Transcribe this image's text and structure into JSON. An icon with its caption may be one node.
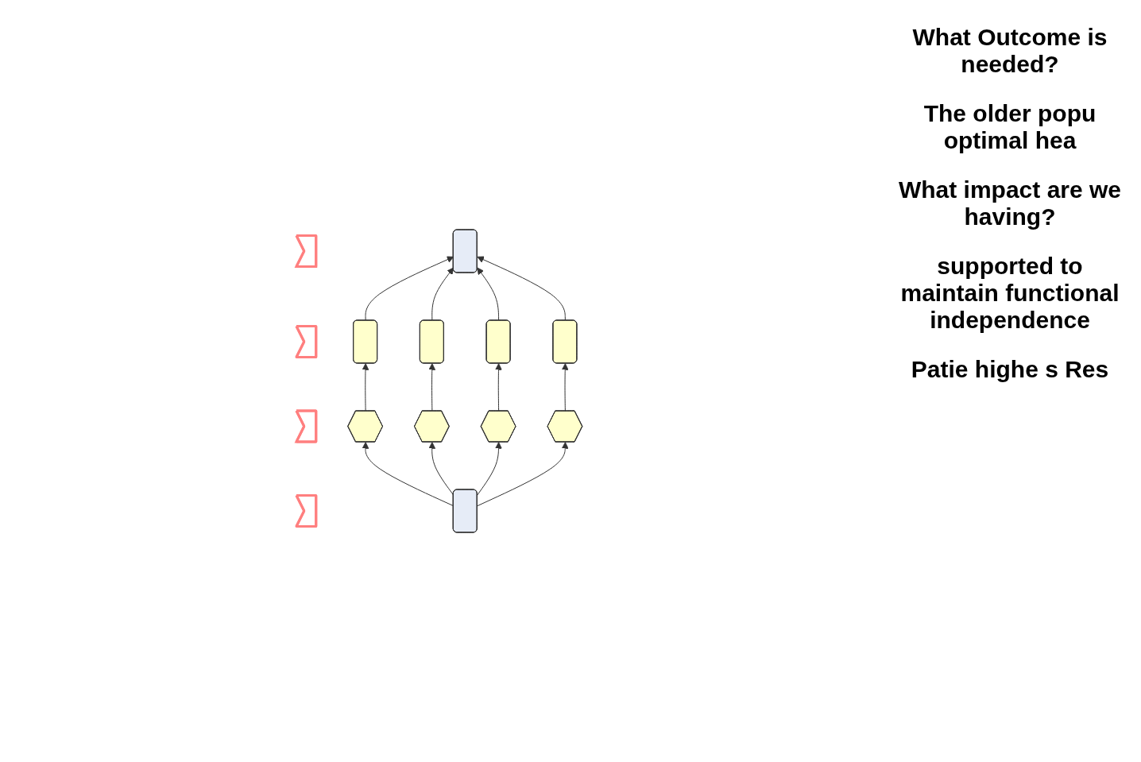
{
  "diagram": {
    "nodes": [
      {
        "text": [],
        "shape": "chevron"
      },
      {
        "text": [],
        "shape": "box"
      },
      {
        "text": [],
        "shape": "chevron"
      },
      {
        "text": [],
        "shape": "box"
      },
      {
        "text": [],
        "shape": "box"
      },
      {
        "text": [],
        "shape": "box"
      },
      {
        "text": [],
        "shape": "box"
      },
      {
        "text": [],
        "shape": "chevron"
      },
      {
        "text": [],
        "shape": "hexagon"
      },
      {
        "text": [],
        "shape": "hexagon"
      },
      {
        "text": [],
        "shape": "hexagon"
      },
      {
        "text": [],
        "shape": "hexagon"
      },
      {
        "text": [],
        "shape": "chevron"
      },
      {
        "text": [],
        "shape": "box"
      }
    ],
    "edges": [
      {
        "from": 8,
        "to": 3,
        "arrow": "to"
      },
      {
        "from": 9,
        "to": 4,
        "arrow": "to"
      },
      {
        "from": 10,
        "to": 5,
        "arrow": "to"
      },
      {
        "from": 11,
        "to": 6,
        "arrow": "to"
      },
      {
        "from": 3,
        "to": 1,
        "arrow": "to"
      },
      {
        "from": 4,
        "to": 1,
        "arrow": "to"
      },
      {
        "from": 5,
        "to": 1,
        "arrow": "to"
      },
      {
        "from": 6,
        "to": 1,
        "arrow": "to"
      },
      {
        "from": 13,
        "to": 8,
        "arrow": "to"
      },
      {
        "from": 13,
        "to": 9,
        "arrow": "to"
      },
      {
        "from": 13,
        "to": 10,
        "arrow": "to"
      },
      {
        "from": 13,
        "to": 11,
        "arrow": "to"
      }
    ],
    "labels": [
      "What Outcome is needed?",
      "The older popu optimal hea",
      "What impact are we having?",
      "supported to maintain functional independence",
      "Patie highe s Res"
    ]
  }
}
